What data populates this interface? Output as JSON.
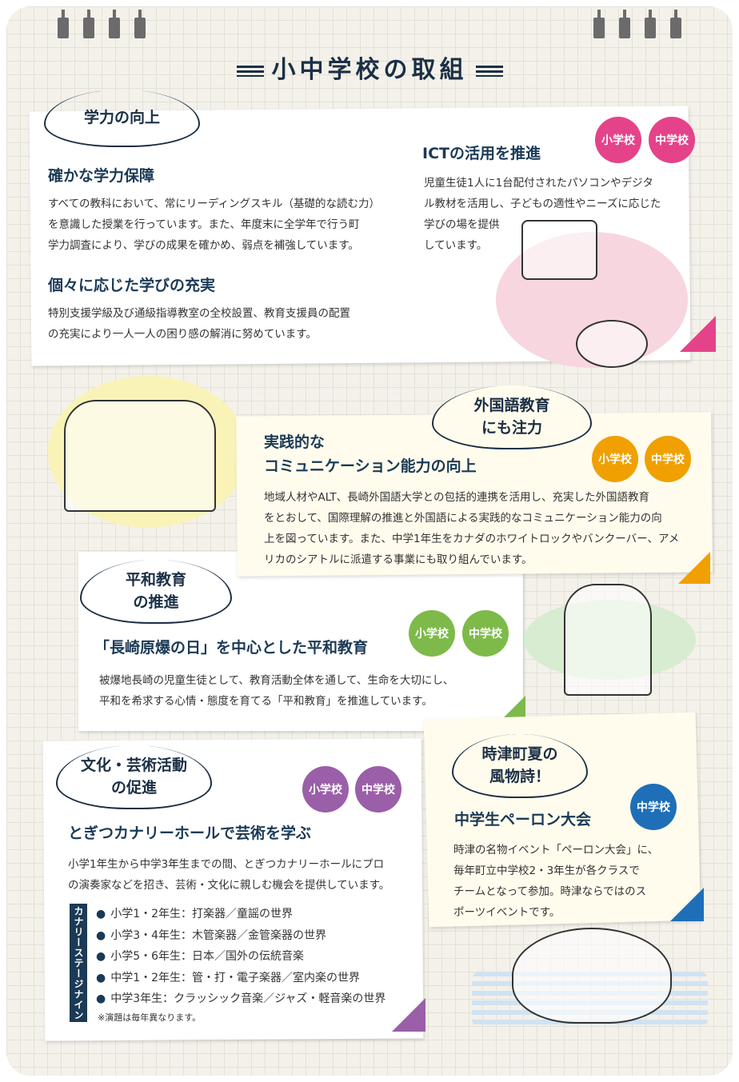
{
  "title": "小中学校の取組",
  "badges": {
    "elementary": "小学校",
    "junior": "中学校"
  },
  "colors": {
    "navy": "#1b3a56",
    "pink": "#e4438a",
    "orange": "#f0a000",
    "green": "#7dba4a",
    "purple": "#9a5fa8",
    "blue": "#1e6fb8"
  },
  "academic": {
    "bubble": "学力の向上",
    "h1": "確かな学力保障",
    "p1": "すべての教科において、常にリーディングスキル（基礎的な読む力）\nを意識した授業を行っています。また、年度末に全学年で行う町\n学力調査により、学びの成果を確かめ、弱点を補強しています。",
    "h2": "個々に応じた学びの充実",
    "p2": "特別支援学級及び通級指導教室の全校設置、教育支援員の配置\nの充実により一人一人の困り感の解消に努めています。",
    "ict_h": "ICTの活用を推進",
    "ict_p": "児童生徒1人に1台配付されたパソコンやデジタ\nル教材を活用し、子どもの適性やニーズに応じた\n学びの場を提供\nしています。"
  },
  "foreign": {
    "bubble": "外国語教育\nにも注力",
    "h": "実践的な\nコミュニケーション能力の向上",
    "p": "地域人材やALT、長崎外国語大学との包括的連携を活用し、充実した外国語教育\nをとおして、国際理解の推進と外国語による実践的なコミュニケーション能力の向\n上を図っています。また、中学1年生をカナダのホワイトロックやバンクーバー、アメ\nリカのシアトルに派遣する事業にも取り組んでいます。"
  },
  "peace": {
    "bubble": "平和教育\nの推進",
    "h": "「長崎原爆の日」を中心とした平和教育",
    "p": "被爆地長崎の児童生徒として、教育活動全体を通して、生命を大切にし、\n平和を希求する心情・態度を育てる「平和教育」を推進しています。"
  },
  "culture": {
    "bubble": "文化・芸術活動\nの促進",
    "h": "とぎつカナリーホールで芸術を学ぶ",
    "p": "小学1年生から中学3年生までの間、とぎつカナリーホールにプロ\nの演奏家などを招き、芸術・文化に親しむ機会を提供しています。",
    "stage_label": "カナリーステージナイン",
    "items": [
      "小学1・2年生：打楽器／童謡の世界",
      "小学3・4年生：木管楽器／金管楽器の世界",
      "小学5・6年生：日本／国外の伝統音楽",
      "中学1・2年生：管・打・電子楽器／室内楽の世界",
      "中学3年生：クラッシック音楽／ジャズ・軽音楽の世界"
    ],
    "note": "※演題は毎年異なります。"
  },
  "peron": {
    "bubble": "時津町夏の\n風物詩！",
    "h": "中学生ペーロン大会",
    "p": "時津の名物イベント「ペーロン大会」に、\n毎年町立中学校2・3年生が各クラスで\nチームとなって参加。時津ならではのス\nポーツイベントです。"
  }
}
